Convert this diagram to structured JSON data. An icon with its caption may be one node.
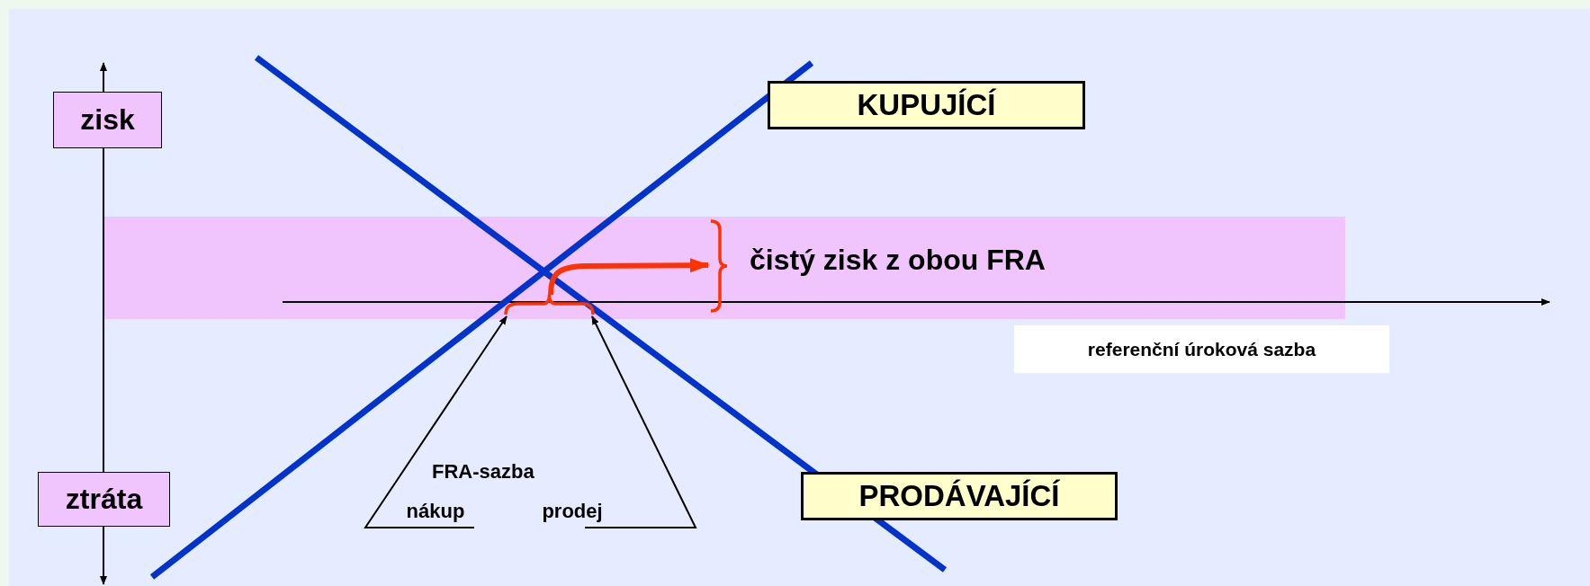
{
  "diagram": {
    "nodes": [
      {
        "text": [
          "zisk"
        ]
      },
      {
        "text": [
          "ztráta"
        ]
      },
      {
        "text": [
          "KUPUJÍCÍ"
        ]
      },
      {
        "text": [
          "PRODÁVAJÍCÍ"
        ]
      },
      {
        "text": [
          "čistý zisk z obou FRA"
        ]
      },
      {
        "text": [
          "referenční úroková sazba"
        ]
      },
      {
        "text": [
          "nákup"
        ]
      },
      {
        "text": [
          "prodej"
        ]
      },
      {
        "text": [],
        "shape": "bracket"
      }
    ],
    "edges": [
      {
        "from": 6,
        "to": 8,
        "arrow": "to"
      },
      {
        "from": 7,
        "to": 8,
        "arrow": "to"
      },
      {
        "from": 8,
        "to": 4,
        "arrow": "to",
        "style": "thick",
        "color": "#ff3300"
      }
    ],
    "labels": [
      "FRA-sazba"
    ]
  }
}
